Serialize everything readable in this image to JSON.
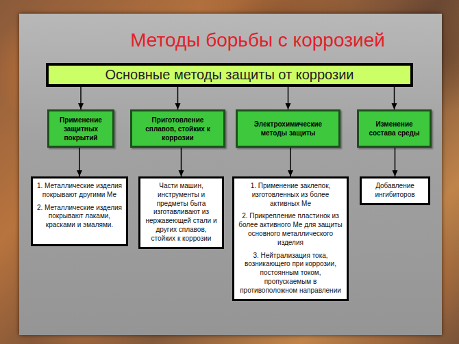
{
  "diagram": {
    "title": "Методы борьбы с коррозией",
    "nodes": [
      {
        "text": [
          "Основные методы защиты от коррозии"
        ]
      },
      {
        "text": [
          "Применение защитных покрытий"
        ]
      },
      {
        "text": [
          "Приготовление сплавов, стойких к коррозии"
        ]
      },
      {
        "text": [
          "Электрохимические методы защиты"
        ]
      },
      {
        "text": [
          "Изменение состава среды"
        ]
      },
      {
        "text": [
          "1. Металлические изделия покрывают другими Ме",
          "2. Металлические изделия покрывают лаками, красками и эмалями."
        ]
      },
      {
        "text": [
          "Части машин, инструменты и предметы быта изготавливают из нержавеющей стали и других сплавов, стойких к коррозии"
        ]
      },
      {
        "text": [
          "1. Применение заклепок, изготовленных из более активных Ме",
          "2. Прикрепление пластинок из более активного Ме для защиты основного металлического изделия",
          "3. Нейтрализация тока, возникающего при коррозии, постоянным током, пропускаемым в противоположном направлении"
        ]
      },
      {
        "text": [
          "Добавление ингибиторов"
        ]
      }
    ],
    "edges": [
      {
        "from": 0,
        "to": 1,
        "arrow": "to"
      },
      {
        "from": 0,
        "to": 2,
        "arrow": "to"
      },
      {
        "from": 0,
        "to": 3,
        "arrow": "to"
      },
      {
        "from": 0,
        "to": 4,
        "arrow": "to"
      },
      {
        "from": 1,
        "to": 5,
        "arrow": "to"
      },
      {
        "from": 2,
        "to": 6,
        "arrow": "to"
      },
      {
        "from": 3,
        "to": 7,
        "arrow": "to"
      },
      {
        "from": 4,
        "to": 8,
        "arrow": "to"
      }
    ]
  }
}
